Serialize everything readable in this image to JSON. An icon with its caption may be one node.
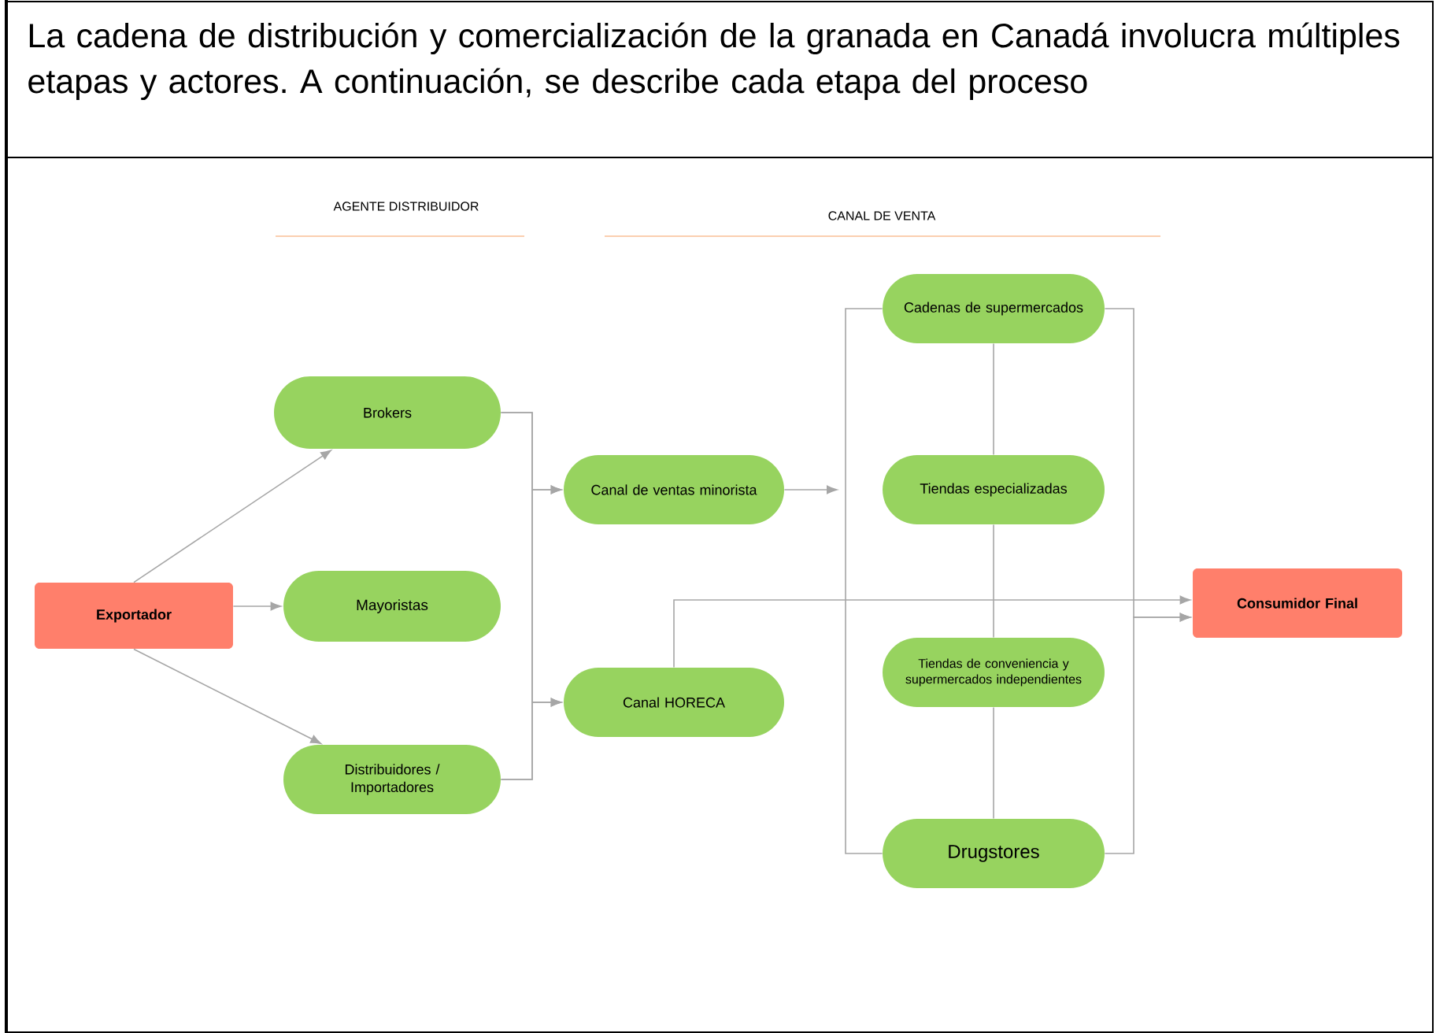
{
  "diagram": {
    "title": "La cadena de distribución y comercialización de la granada en Canadá involucra múltiples etapas y actores. A continuación, se describe cada etapa del proceso",
    "nodes": [
      {
        "text": [
          "Exportador"
        ]
      },
      {
        "text": [
          "Brokers"
        ]
      },
      {
        "text": [
          "Mayoristas"
        ]
      },
      {
        "text": [
          "Distribuidores / Importadores"
        ]
      },
      {
        "text": [
          "Canal de ventas minorista"
        ]
      },
      {
        "text": [
          "Canal HORECA"
        ]
      },
      {
        "text": [
          "Cadenas de supermercados"
        ]
      },
      {
        "text": [
          "Tiendas especializadas"
        ]
      },
      {
        "text": [
          "Tiendas de conveniencia y supermercados independientes"
        ]
      },
      {
        "text": [
          "Drugstores"
        ]
      },
      {
        "text": [
          "Consumidor Final"
        ]
      }
    ],
    "edges": [
      {
        "from": 0,
        "to": 1,
        "arrow": "to"
      },
      {
        "from": 0,
        "to": 2,
        "arrow": "to"
      },
      {
        "from": 0,
        "to": 3,
        "arrow": "to"
      },
      {
        "from": 1,
        "to": 4,
        "arrow": "to"
      },
      {
        "from": 1,
        "to": 5,
        "arrow": "to"
      },
      {
        "from": 3,
        "to": 4,
        "arrow": "to"
      },
      {
        "from": 3,
        "to": 5,
        "arrow": "to"
      },
      {
        "from": 4,
        "to": null,
        "arrow": "to"
      },
      {
        "from": 6,
        "to": 9,
        "arrow": "none"
      },
      {
        "from": 6,
        "to": 7,
        "arrow": "none"
      },
      {
        "from": 7,
        "to": 8,
        "arrow": "none"
      },
      {
        "from": 8,
        "to": 9,
        "arrow": "none"
      },
      {
        "from": 5,
        "to": 10,
        "arrow": "to"
      },
      {
        "from": 6,
        "to": 10,
        "arrow": "to"
      },
      {
        "from": 9,
        "to": 10,
        "arrow": "to"
      }
    ],
    "labels": [
      "AGENTE DISTRIBUIDOR",
      "CANAL DE VENTA"
    ]
  }
}
